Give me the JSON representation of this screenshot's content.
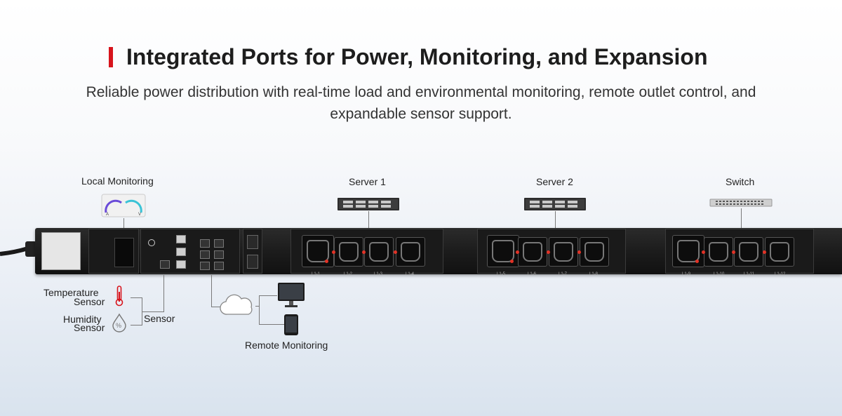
{
  "header": {
    "title": "Integrated Ports for Power, Monitoring, and Expansion",
    "subtitle": "Reliable power distribution with real-time load and environmental monitoring, remote outlet control, and expandable sensor support."
  },
  "labels": {
    "local_monitoring": "Local Monitoring",
    "server1": "Server 1",
    "server2": "Server 2",
    "switch": "Switch",
    "temperature_sensor": [
      "Temperature",
      "Sensor"
    ],
    "humidity_sensor": [
      "Humidity",
      "Sensor"
    ],
    "sensor": "Sensor",
    "remote_monitoring": "Remote Monitoring"
  },
  "outlets": [
    "L1-1",
    "L1-2",
    "L1-3",
    "L1-4",
    "L1-5",
    "L1-6",
    "L1-7",
    "L1-8",
    "L1-9",
    "L1-10",
    "L1-11",
    "L1-12"
  ],
  "colors": {
    "accent": "#d7141c",
    "led": "#e23226"
  }
}
